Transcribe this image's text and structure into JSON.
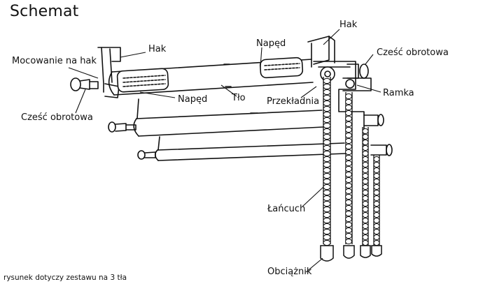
{
  "title": "Schemat",
  "labels": {
    "hak_left": "Hak",
    "hak_right": "Hak",
    "mocowanie": "Mocowanie na hak",
    "czesc_left": "Cześć obrotowa",
    "czesc_right": "Cześć obrotowa",
    "naped_top": "Napęd",
    "naped_mid": "Napęd",
    "tlo": "Tło",
    "przekladnia": "Przekładnia",
    "ramka": "Ramka",
    "lancuch": "Łańcuch",
    "obciaznik": "Obciążnik"
  },
  "footnote": "rysunek dotyczy zestawu na 3 tła",
  "colors": {
    "ink": "#111111",
    "background": "#ffffff"
  }
}
